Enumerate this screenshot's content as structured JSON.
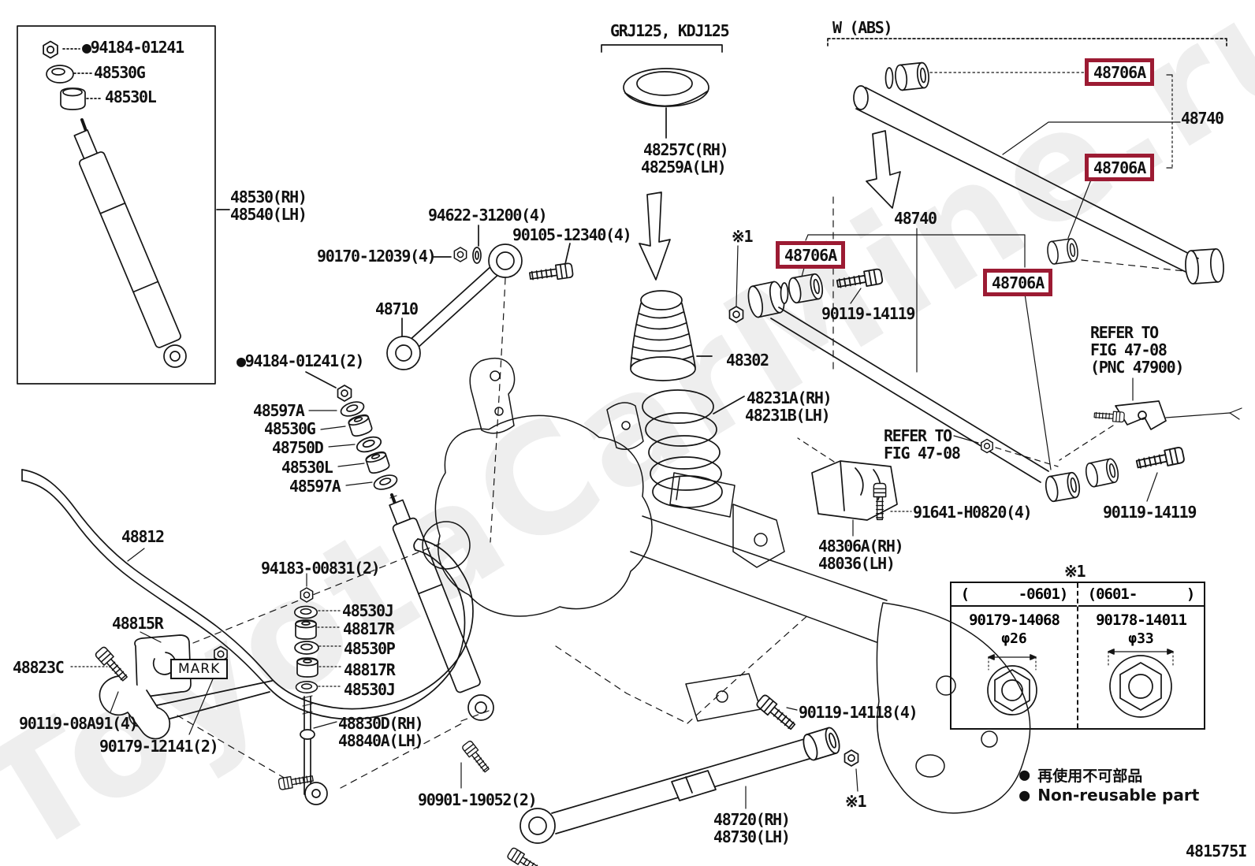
{
  "figure": {
    "code": "481575I",
    "watermark": "ToyotaCarMine.ru"
  },
  "highlight": {
    "text": "48706A",
    "box_color": "#9c1b33"
  },
  "labels": [
    {
      "id": "nut-94184-01241",
      "text": "●94184-01241"
    },
    {
      "id": "cushion-48530G-box",
      "text": "48530G"
    },
    {
      "id": "cushion-48530L-box",
      "text": "48530L"
    },
    {
      "id": "shock-48530-rh",
      "text": "48530(RH)"
    },
    {
      "id": "shock-48540-lh",
      "text": "48540(LH)"
    },
    {
      "id": "washer-94622-31200",
      "text": "94622-31200(4)"
    },
    {
      "id": "bolt-90105-12340",
      "text": "90105-12340(4)"
    },
    {
      "id": "nut-90170-12039",
      "text": "90170-12039(4)"
    },
    {
      "id": "arm-48710",
      "text": "48710"
    },
    {
      "id": "nut-94184-01241-2",
      "text": "●94184-01241(2)"
    },
    {
      "id": "retainer-48597A-upper",
      "text": "48597A"
    },
    {
      "id": "cushion-48530G",
      "text": "48530G"
    },
    {
      "id": "retainer-48750D",
      "text": "48750D"
    },
    {
      "id": "cushion-48530L",
      "text": "48530L"
    },
    {
      "id": "retainer-48597A-lower",
      "text": "48597A"
    },
    {
      "id": "stabilizer-bar-48812",
      "text": "48812"
    },
    {
      "id": "bushing-48815R",
      "text": "48815R"
    },
    {
      "id": "bracket-48823C",
      "text": "48823C"
    },
    {
      "id": "bolt-90119-08A91",
      "text": "90119-08A91(4)"
    },
    {
      "id": "nut-90179-12141",
      "text": "90179-12141(2)"
    },
    {
      "id": "nut-94183-00831",
      "text": "94183-00831(2)"
    },
    {
      "id": "washer-48530J-upper",
      "text": "48530J"
    },
    {
      "id": "cushion-48817R-upper",
      "text": "48817R"
    },
    {
      "id": "retainer-48530P",
      "text": "48530P"
    },
    {
      "id": "cushion-48817R-lower",
      "text": "48817R"
    },
    {
      "id": "washer-48530J-lower",
      "text": "48530J"
    },
    {
      "id": "link-48830D-rh",
      "text": "48830D(RH)"
    },
    {
      "id": "link-48840A-lh",
      "text": "48840A(LH)"
    },
    {
      "id": "screw-90901-19052",
      "text": "90901-19052(2)"
    },
    {
      "id": "model-note",
      "text": "GRJ125, KDJ125"
    },
    {
      "id": "seat-48257C-rh",
      "text": "48257C(RH)"
    },
    {
      "id": "seat-48259A-lh",
      "text": "48259A(LH)"
    },
    {
      "id": "bumper-48302",
      "text": "48302"
    },
    {
      "id": "spring-48231A-rh",
      "text": "48231A(RH)"
    },
    {
      "id": "spring-48231B-lh",
      "text": "48231B(LH)"
    },
    {
      "id": "note-ref-1-top",
      "text": "※1"
    },
    {
      "id": "bolt-90119-14119-upper",
      "text": "90119-14119"
    },
    {
      "id": "abs-note",
      "text": "W (ABS)"
    },
    {
      "id": "rod-48740-abs",
      "text": "48740"
    },
    {
      "id": "rod-48740",
      "text": "48740"
    },
    {
      "id": "refer-fig-pnc",
      "text": "REFER TO\nFIG 47-08\n (PNC 47900)"
    },
    {
      "id": "refer-fig",
      "text": "REFER TO\nFIG 47-08"
    },
    {
      "id": "bolt-91641-H0820",
      "text": "91641-H0820(4)"
    },
    {
      "id": "bracket-48306A-rh",
      "text": "48306A(RH)"
    },
    {
      "id": "bracket-48036-lh",
      "text": "48036(LH)"
    },
    {
      "id": "bolt-90119-14119-lower",
      "text": "90119-14119"
    },
    {
      "id": "bolt-90119-14118",
      "text": "90119-14118(4)"
    },
    {
      "id": "note-ref-1-bottom",
      "text": "※1"
    },
    {
      "id": "arm-48720-rh",
      "text": "48720(RH)"
    },
    {
      "id": "arm-48730-lh",
      "text": "48730(LH)"
    },
    {
      "id": "note-ref-1-table",
      "text": "※1"
    }
  ],
  "mark_box": "MARK",
  "table": {
    "columns": [
      {
        "header": "(      -0601)",
        "part_no": "90179-14068",
        "diameter": "φ26"
      },
      {
        "header": "(0601-      )",
        "part_no": "90178-14011",
        "diameter": "φ33"
      }
    ]
  },
  "legend": {
    "bullet": "●",
    "jp": "再使用不可部品",
    "en": "Non-reusable part"
  }
}
